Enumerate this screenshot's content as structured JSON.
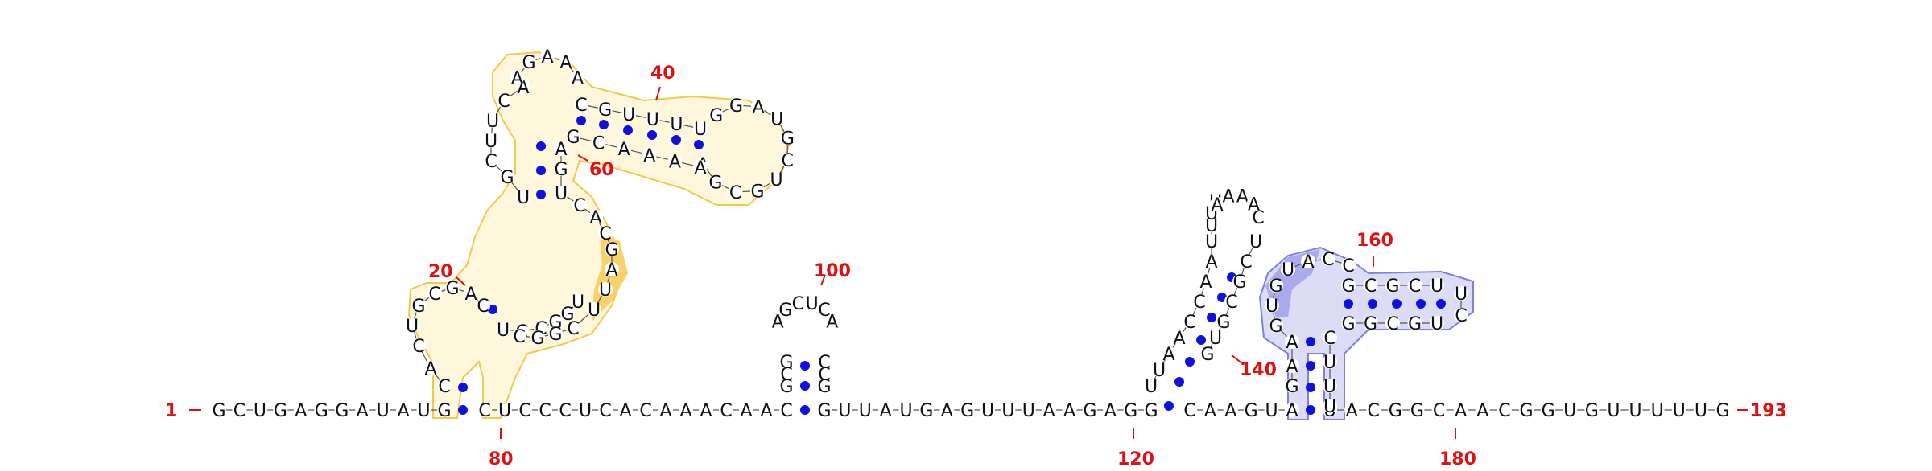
{
  "colors": {
    "nucleotide": "#111111",
    "backbone": "#555555",
    "base_pair": "#1010e0",
    "label": "#e01010",
    "highlight_yellow_stroke": "#f2c94c",
    "highlight_yellow_fill": "#fde9a8",
    "highlight_blue_stroke": "#7a7ae0",
    "highlight_blue_fill": "#c7c7f2"
  },
  "labels": {
    "n1": "1",
    "n20": "20",
    "n40": "40",
    "n60": "60",
    "n80": "80",
    "n100": "100",
    "n120": "120",
    "n140": "140",
    "n160": "160",
    "n180": "180",
    "n193": "193"
  },
  "strands": {
    "main_5p": "GCUGAGGAUAUG",
    "main_mid": "CUCCCUCACAAACAAC",
    "main_mid2": "GUUAUGAGUUUAAGAGG",
    "main_mid3": "CAAGUA",
    "main_3p": "UACGGCAACGGUGUUUUUG",
    "hp_left_up": "CACUGCGAC",
    "hp_left_down": "UCCGGU",
    "upper_left_up": "UGCUUCA",
    "upper_left_loop": "AGAAA",
    "upper_right_up": "CGUUUU",
    "upper_right_loop": "GGAUGCUGCGA",
    "upper_right_down": "AAAACG",
    "upper_inner": "AGUCACGAUUCGGC",
    "hp100_loop": "AGCUCA",
    "hp100_stem_l": "GCG",
    "hp100_stem_r": "CCG",
    "hp140_l": "UUAACCAAUUUU",
    "hp140_loop": "AAAAC",
    "hp140_r": "UCGCGUG",
    "blue_left": "GAAGUG",
    "blue_top": "UACC",
    "blue_stem_top": "GCGCU",
    "blue_stem_bot": "UGCGG",
    "blue_loop": "UC",
    "blue_right": "CUUU"
  }
}
